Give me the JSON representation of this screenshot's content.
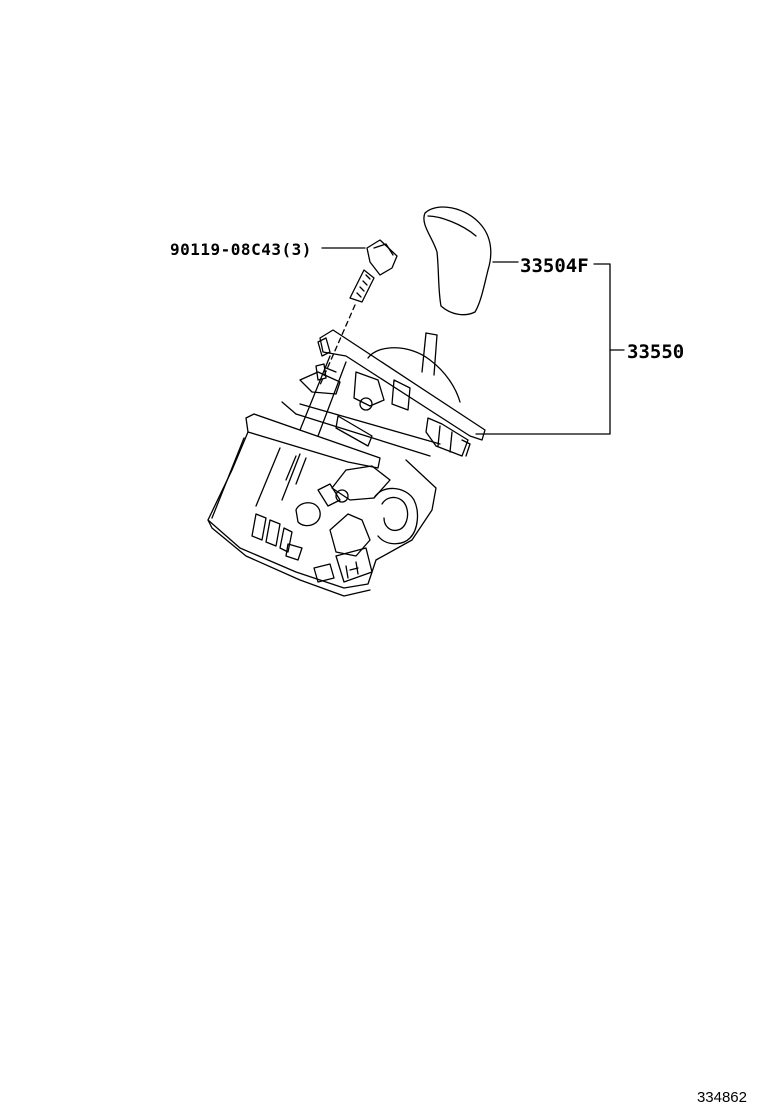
{
  "diagram": {
    "callouts": {
      "bolt": "90119-08C43(3)",
      "knob": "33504F",
      "assembly": "33550"
    },
    "figure_number": "334862"
  },
  "colors": {
    "line": "#000000",
    "background": "#ffffff"
  }
}
